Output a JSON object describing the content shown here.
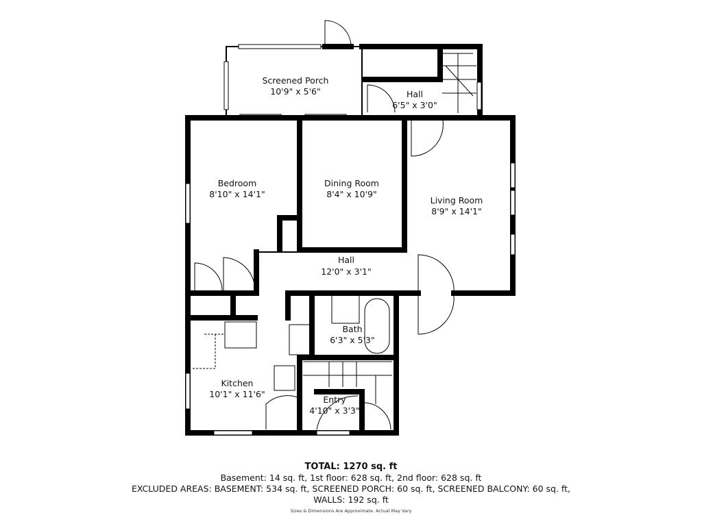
{
  "rooms": [
    {
      "name": "Screened Porch",
      "size": "10'9\" x 5'6\""
    },
    {
      "name": "Hall",
      "size": "6'5\" x 3'0\""
    },
    {
      "name": "Bedroom",
      "size": "8'10\" x 14'1\""
    },
    {
      "name": "Dining Room",
      "size": "8'4\" x 10'9\""
    },
    {
      "name": "Living Room",
      "size": "8'9\" x 14'1\""
    },
    {
      "name": "Hall",
      "size": "12'0\" x 3'1\""
    },
    {
      "name": "Bath",
      "size": "6'3\" x 5'3\""
    },
    {
      "name": "Kitchen",
      "size": "10'1\" x 11'6\""
    },
    {
      "name": "Entry",
      "size": "4'10\" x 3'3\""
    }
  ],
  "summary": {
    "total": "TOTAL: 1270 sq. ft",
    "floors": "Basement: 14 sq. ft, 1st floor: 628 sq. ft, 2nd floor: 628 sq. ft",
    "excluded": "EXCLUDED AREAS: BASEMENT: 534 sq. ft, SCREENED PORCH: 60 sq. ft, SCREENED BALCONY: 60 sq. ft,",
    "walls": "WALLS: 192 sq. ft",
    "disclaimer": "Sizes & Dimensions Are Approximate. Actual May Vary"
  }
}
